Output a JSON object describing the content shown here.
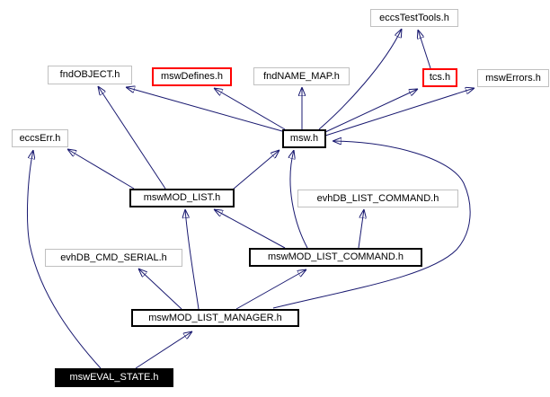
{
  "graph_type": "include-dependency-graph",
  "colors": {
    "edge": "#191970",
    "border_plain": "#c0c0c0",
    "border_red": "#ff0000",
    "border_documented": "#000000",
    "current_node_bg": "#000000",
    "current_node_text": "#ffffff",
    "background": "#ffffff"
  },
  "nodes": {
    "eccsTestTools": {
      "label": "eccsTestTools.h",
      "style": "plain"
    },
    "fndOBJECT": {
      "label": "fndOBJECT.h",
      "style": "plain"
    },
    "mswDefines": {
      "label": "mswDefines.h",
      "style": "red"
    },
    "fndNAME_MAP": {
      "label": "fndNAME_MAP.h",
      "style": "plain"
    },
    "tcs": {
      "label": "tcs.h",
      "style": "red"
    },
    "mswErrors": {
      "label": "mswErrors.h",
      "style": "plain"
    },
    "eccsErr": {
      "label": "eccsErr.h",
      "style": "plain"
    },
    "msw": {
      "label": "msw.h",
      "style": "documented"
    },
    "mswMOD_LIST": {
      "label": "mswMOD_LIST.h",
      "style": "documented"
    },
    "evhDB_LIST_COMMAND": {
      "label": "evhDB_LIST_COMMAND.h",
      "style": "plain"
    },
    "evhDB_CMD_SERIAL": {
      "label": "evhDB_CMD_SERIAL.h",
      "style": "plain"
    },
    "mswMOD_LIST_COMMAND": {
      "label": "mswMOD_LIST_COMMAND.h",
      "style": "documented"
    },
    "mswMOD_LIST_MANAGER": {
      "label": "mswMOD_LIST_MANAGER.h",
      "style": "documented"
    },
    "mswEVAL_STATE": {
      "label": "mswEVAL_STATE.h",
      "style": "current"
    }
  },
  "edges": [
    {
      "from": "msw.h",
      "to": "fndOBJECT.h"
    },
    {
      "from": "msw.h",
      "to": "mswDefines.h"
    },
    {
      "from": "msw.h",
      "to": "fndNAME_MAP.h"
    },
    {
      "from": "msw.h",
      "to": "eccsTestTools.h"
    },
    {
      "from": "msw.h",
      "to": "tcs.h"
    },
    {
      "from": "msw.h",
      "to": "mswErrors.h"
    },
    {
      "from": "tcs.h",
      "to": "eccsTestTools.h"
    },
    {
      "from": "mswMOD_LIST.h",
      "to": "fndOBJECT.h"
    },
    {
      "from": "mswMOD_LIST.h",
      "to": "eccsErr.h"
    },
    {
      "from": "mswMOD_LIST.h",
      "to": "msw.h"
    },
    {
      "from": "mswMOD_LIST_COMMAND.h",
      "to": "msw.h"
    },
    {
      "from": "mswMOD_LIST_COMMAND.h",
      "to": "evhDB_LIST_COMMAND.h"
    },
    {
      "from": "mswMOD_LIST_COMMAND.h",
      "to": "mswMOD_LIST.h"
    },
    {
      "from": "mswMOD_LIST_MANAGER.h",
      "to": "evhDB_CMD_SERIAL.h"
    },
    {
      "from": "mswMOD_LIST_MANAGER.h",
      "to": "mswMOD_LIST.h"
    },
    {
      "from": "mswMOD_LIST_MANAGER.h",
      "to": "mswMOD_LIST_COMMAND.h"
    },
    {
      "from": "mswMOD_LIST_MANAGER.h",
      "to": "msw.h"
    },
    {
      "from": "mswEVAL_STATE.h",
      "to": "eccsErr.h"
    },
    {
      "from": "mswEVAL_STATE.h",
      "to": "mswMOD_LIST_MANAGER.h"
    }
  ]
}
